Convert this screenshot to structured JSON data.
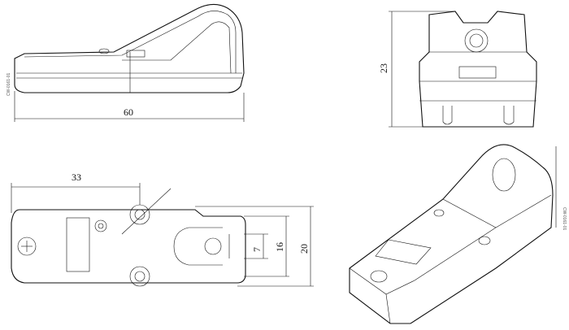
{
  "drawing": {
    "part_code": "CW-0161-01",
    "dimensions": {
      "side_length": "60",
      "front_height": "23",
      "top_offset": "33",
      "slot_width": "7",
      "inner_width": "16",
      "overall_width": "20"
    }
  }
}
